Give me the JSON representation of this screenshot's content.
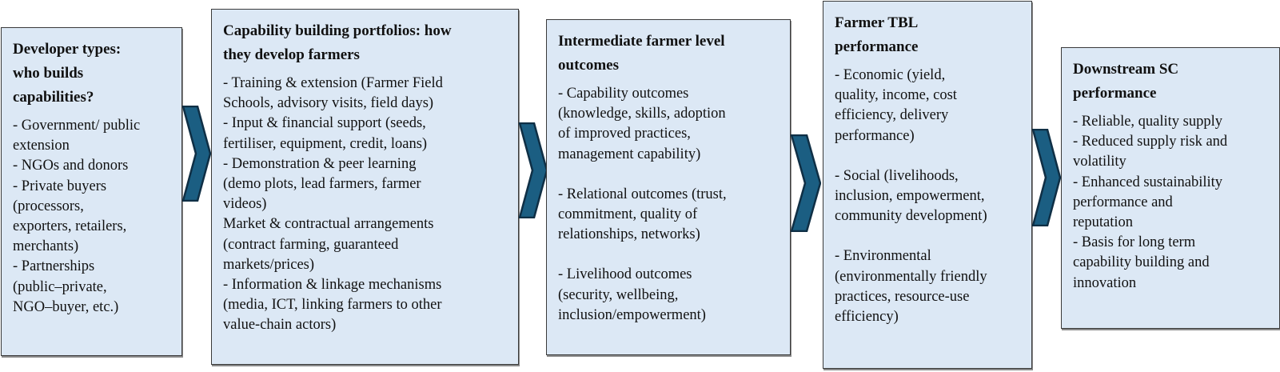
{
  "diagram": {
    "colors": {
      "box_fill": "#dce8f5",
      "box_border": "#3a3a3a",
      "arrow_fill": "#1b5e82",
      "arrow_stroke": "#0f2f45"
    },
    "boxes": [
      {
        "id": "developer-types",
        "title": "Developer types: who builds capabilities?",
        "title_lines": [
          "Developer types:",
          "who builds",
          "capabilities?"
        ],
        "groups": [
          {
            "lines": [
              "- Government/ public",
              "extension",
              "- NGOs and donors",
              "- Private buyers",
              "(processors,",
              "exporters, retailers,",
              "merchants)",
              "- Partnerships",
              "(public–private,",
              "NGO–buyer, etc.)"
            ]
          }
        ]
      },
      {
        "id": "capability-building-portfolios",
        "title": "Capability building portfolios: how they develop farmers",
        "title_lines": [
          "Capability building portfolios: how",
          "they develop farmers"
        ],
        "groups": [
          {
            "lines": [
              "- Training & extension (Farmer Field",
              "Schools, advisory visits, field days)",
              "- Input & financial support (seeds,",
              "fertiliser, equipment, credit, loans)",
              "- Demonstration & peer learning",
              "(demo plots, lead farmers, farmer",
              "videos)",
              "Market & contractual arrangements",
              "(contract farming, guaranteed",
              "markets/prices)",
              "- Information & linkage mechanisms",
              "(media, ICT, linking farmers to other",
              "value-chain actors)"
            ]
          }
        ]
      },
      {
        "id": "intermediate-outcomes",
        "title": "Intermediate farmer level outcomes",
        "title_lines": [
          "Intermediate farmer level",
          "outcomes"
        ],
        "groups": [
          {
            "lines": [
              "- Capability outcomes",
              "(knowledge, skills, adoption",
              "of improved practices,",
              "management capability)"
            ]
          },
          {
            "lines": [
              "- Relational outcomes (trust,",
              "commitment, quality of",
              "relationships, networks)"
            ]
          },
          {
            "lines": [
              "- Livelihood outcomes",
              "(security, wellbeing,",
              "inclusion/empowerment)"
            ]
          }
        ]
      },
      {
        "id": "farmer-tbl-performance",
        "title": "Farmer TBL performance",
        "title_lines": [
          "Farmer TBL",
          "performance"
        ],
        "groups": [
          {
            "lines": [
              "- Economic (yield,",
              "quality, income, cost",
              "efficiency, delivery",
              "performance)"
            ]
          },
          {
            "lines": [
              "- Social (livelihoods,",
              "inclusion, empowerment,",
              "community development)"
            ]
          },
          {
            "lines": [
              "- Environmental",
              "(environmentally friendly",
              "practices, resource-use",
              "efficiency)"
            ]
          }
        ]
      },
      {
        "id": "downstream-sc-performance",
        "title": "Downstream SC performance",
        "title_lines": [
          "Downstream SC",
          "performance"
        ],
        "groups": [
          {
            "lines": [
              "- Reliable, quality supply",
              "- Reduced supply risk and",
              "volatility",
              "- Enhanced sustainability",
              "performance and",
              "reputation",
              "- Basis for long term",
              "capability building and",
              "innovation"
            ]
          }
        ]
      }
    ],
    "arrows": [
      {
        "from": "developer-types",
        "to": "capability-building-portfolios",
        "icon": "chevron-right-icon"
      },
      {
        "from": "capability-building-portfolios",
        "to": "intermediate-outcomes",
        "icon": "chevron-right-icon"
      },
      {
        "from": "intermediate-outcomes",
        "to": "farmer-tbl-performance",
        "icon": "chevron-right-icon"
      },
      {
        "from": "farmer-tbl-performance",
        "to": "downstream-sc-performance",
        "icon": "chevron-right-icon"
      }
    ]
  }
}
